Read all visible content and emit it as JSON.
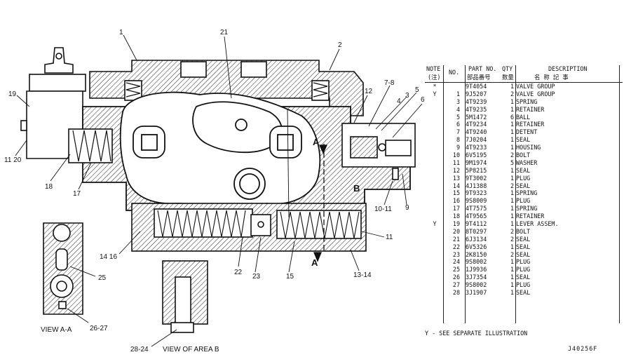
{
  "callouts": {
    "c1": "1",
    "c2": "2",
    "c21": "21",
    "c19": "19",
    "c11_20": "11 20",
    "c18": "18",
    "c17": "17",
    "c12": "12",
    "c7_8": "7-8",
    "c5": "5",
    "c3": "3",
    "c4": "4",
    "c6": "6",
    "c10_11": "10-11",
    "c9": "9",
    "c11b": "11",
    "c14_16": "14 16",
    "c22": "22",
    "c23": "23",
    "c15": "15",
    "c13_14": "13-14",
    "c25": "25",
    "c26_27": "26-27",
    "c28_24": "28-24",
    "sA_top": "A",
    "sA_bot": "A",
    "sB": "B"
  },
  "view_labels": {
    "view_aa": "VIEW A-A",
    "view_b": "VIEW OF AREA B"
  },
  "table": {
    "headers": {
      "note": "NOTE",
      "note_sub": "(注)",
      "no": "NO.",
      "part_no": "PART NO.",
      "part_no_sub": "部品番号",
      "qty": "QTY",
      "qty_sub": "数量",
      "description": "DESCRIPTION",
      "description_sub": "名 称 記 事"
    },
    "rows": [
      {
        "note": "*",
        "no": "",
        "part": "9T4054",
        "qty": "1",
        "desc": "VALVE GROUP"
      },
      {
        "note": "Y",
        "no": "1",
        "part": "9J5207",
        "qty": "2",
        "desc": "VALVE GROUP"
      },
      {
        "note": "",
        "no": "3",
        "part": "4T9239",
        "qty": "1",
        "desc": "SPRING"
      },
      {
        "note": "",
        "no": "4",
        "part": "4T9235",
        "qty": "1",
        "desc": "RETAINER"
      },
      {
        "note": "",
        "no": "5",
        "part": "5M1472",
        "qty": "6",
        "desc": "BALL"
      },
      {
        "note": "",
        "no": "6",
        "part": "4T9234",
        "qty": "1",
        "desc": "RETAINER"
      },
      {
        "note": "",
        "no": "7",
        "part": "4T9240",
        "qty": "1",
        "desc": "DETENT"
      },
      {
        "note": "",
        "no": "8",
        "part": "7J0204",
        "qty": "1",
        "desc": "SEAL"
      },
      {
        "note": "",
        "no": "9",
        "part": "4T9233",
        "qty": "1",
        "desc": "HOUSING"
      },
      {
        "note": "",
        "no": "10",
        "part": "6V5195",
        "qty": "2",
        "desc": "BOLT"
      },
      {
        "note": "",
        "no": "11",
        "part": "9M1974",
        "qty": "5",
        "desc": "WASHER"
      },
      {
        "note": "",
        "no": "12",
        "part": "5P8215",
        "qty": "1",
        "desc": "SEAL"
      },
      {
        "note": "",
        "no": "13",
        "part": "9T3002",
        "qty": "1",
        "desc": "PLUG"
      },
      {
        "note": "",
        "no": "14",
        "part": "4J1388",
        "qty": "2",
        "desc": "SEAL"
      },
      {
        "note": "",
        "no": "15",
        "part": "9T9323",
        "qty": "1",
        "desc": "SPRING"
      },
      {
        "note": "",
        "no": "16",
        "part": "9S8009",
        "qty": "1",
        "desc": "PLUG"
      },
      {
        "note": "",
        "no": "17",
        "part": "4T7575",
        "qty": "1",
        "desc": "SPRING"
      },
      {
        "note": "",
        "no": "18",
        "part": "4T9565",
        "qty": "1",
        "desc": "RETAINER"
      },
      {
        "note": "Y",
        "no": "19",
        "part": "9T4112",
        "qty": "1",
        "desc": "LEVER ASSEM."
      },
      {
        "note": "",
        "no": "20",
        "part": "8T0297",
        "qty": "2",
        "desc": "BOLT"
      },
      {
        "note": "",
        "no": "21",
        "part": "6J3134",
        "qty": "2",
        "desc": "SEAL"
      },
      {
        "note": "",
        "no": "22",
        "part": "6V5326",
        "qty": "1",
        "desc": "SEAL"
      },
      {
        "note": "",
        "no": "23",
        "part": "2K8150",
        "qty": "2",
        "desc": "SEAL"
      },
      {
        "note": "",
        "no": "24",
        "part": "9S8002",
        "qty": "1",
        "desc": "PLUG"
      },
      {
        "note": "",
        "no": "25",
        "part": "1J9936",
        "qty": "1",
        "desc": "PLUG"
      },
      {
        "note": "",
        "no": "26",
        "part": "3J7354",
        "qty": "1",
        "desc": "SEAL"
      },
      {
        "note": "",
        "no": "27",
        "part": "9S8002",
        "qty": "1",
        "desc": "PLUG"
      },
      {
        "note": "",
        "no": "28",
        "part": "3J1907",
        "qty": "1",
        "desc": "SEAL"
      }
    ]
  },
  "footnote": "Y - SEE SEPARATE ILLUSTRATION",
  "drawing_code": "J40256F"
}
